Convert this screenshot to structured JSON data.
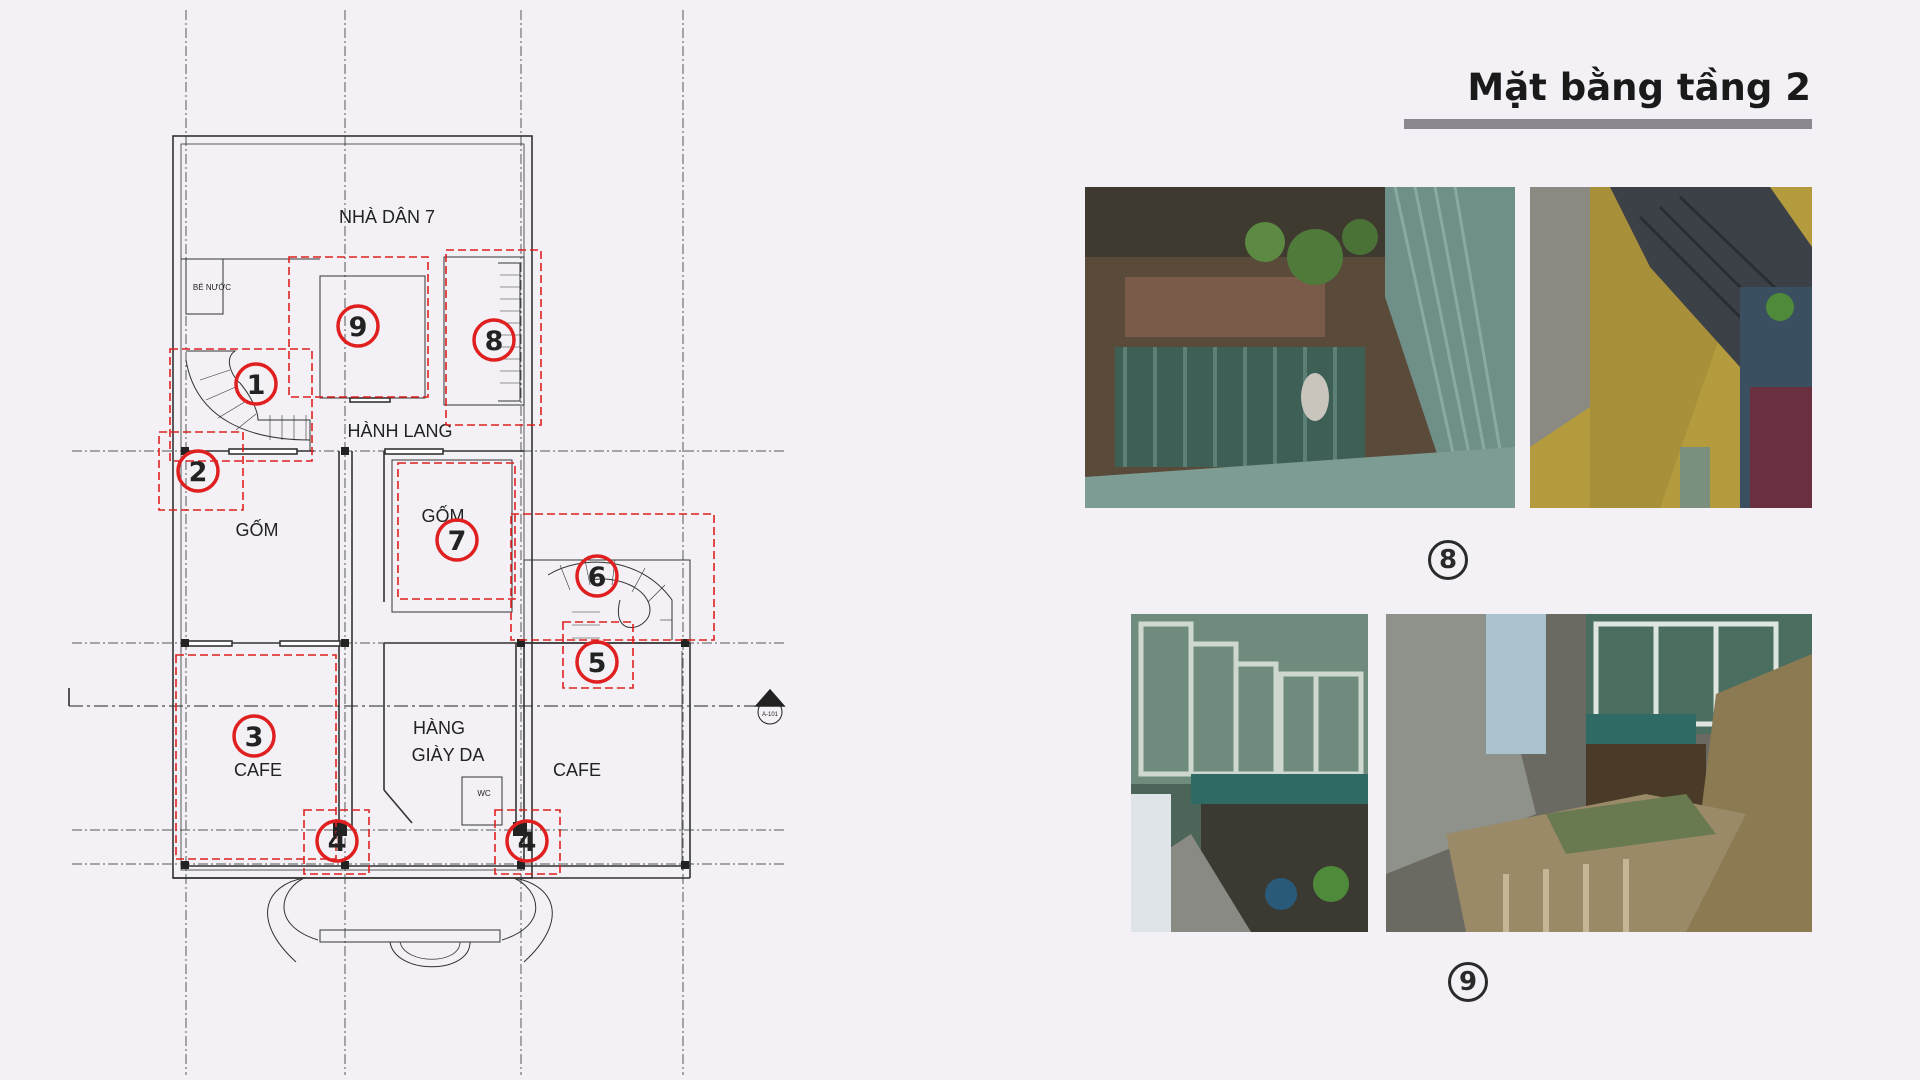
{
  "page_title": "Mặt bằng tầng 2",
  "plan": {
    "rooms": {
      "nha_dan": "NHÀ DÂN 7",
      "be_nuoc": "BÉ NƯỚC",
      "hanh_lang": "HÀNH LANG",
      "gom_left": "GỐM",
      "gom_right": "GỐM",
      "cafe_left": "CAFE",
      "hang_line1": "HÀNG",
      "hang_line2": "GIÀY DA",
      "wc": "WC",
      "cafe_right": "CAFE",
      "section_tag": "A-101"
    },
    "markers": [
      "1",
      "2",
      "3",
      "4",
      "4",
      "5",
      "6",
      "7",
      "8",
      "9"
    ],
    "marker_color": "#e02020"
  },
  "gallery": {
    "photos": [
      {
        "icon": "photo-courtyard-corrugated-roof"
      },
      {
        "icon": "photo-yellow-wall-staircase"
      },
      {
        "icon": "photo-green-window-courtyard"
      },
      {
        "icon": "photo-stair-railing-courtyard"
      }
    ],
    "label_8": "8",
    "label_9": "9"
  }
}
